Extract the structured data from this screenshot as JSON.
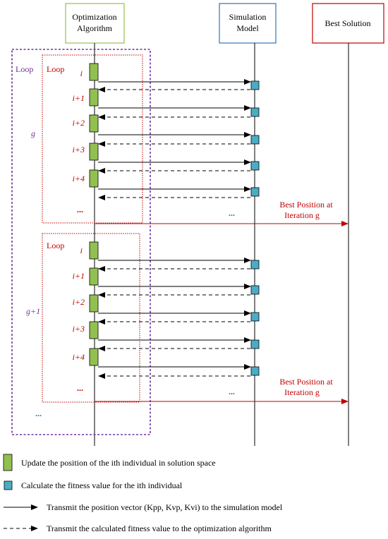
{
  "lifelines": [
    {
      "id": "opt",
      "line1": "Optimization",
      "line2": "Algorithm",
      "border_color": "#92c050"
    },
    {
      "id": "sim",
      "line1": "Simulation",
      "line2": "Model",
      "border_color": "#2e75b6"
    },
    {
      "id": "best",
      "line1": "Best Solution",
      "line2": "",
      "border_color": "#c00000"
    }
  ],
  "outer_loop": {
    "label": "Loop",
    "color": "#7030a0"
  },
  "outer_iter_1": {
    "label": "g"
  },
  "outer_iter_2": {
    "label": "g+1"
  },
  "outer_dots": "...",
  "inner_loops": [
    {
      "label": "Loop",
      "iterations": [
        "i",
        "i+1",
        "i+2",
        "i+3",
        "i+4"
      ],
      "dots": "...",
      "sim_dots": "...",
      "best_line1": "Best Position at",
      "best_line2": "Iteration g"
    },
    {
      "label": "Loop",
      "iterations": [
        "i",
        "i+1",
        "i+2",
        "i+3",
        "i+4"
      ],
      "dots": "...",
      "sim_dots": "...",
      "best_line1": "Best Position at",
      "best_line2": "Iteration g"
    }
  ],
  "legend": {
    "update": "Update the position of the ith individual in solution space",
    "calculate": "Calculate the fitness value for the ith individual",
    "transmit_position": "Transmit the position vector (Kpp, Kvp, Kvi) to the simulation model",
    "transmit_fitness": "Transmit the calculated fitness value to the optimization algorithm"
  },
  "colors": {
    "green_box": "#92c050",
    "blue_box": "#4bacc6",
    "red": "#c00000",
    "purple": "#7030a0",
    "blue_text": "#2e75b6",
    "black": "#000000"
  }
}
